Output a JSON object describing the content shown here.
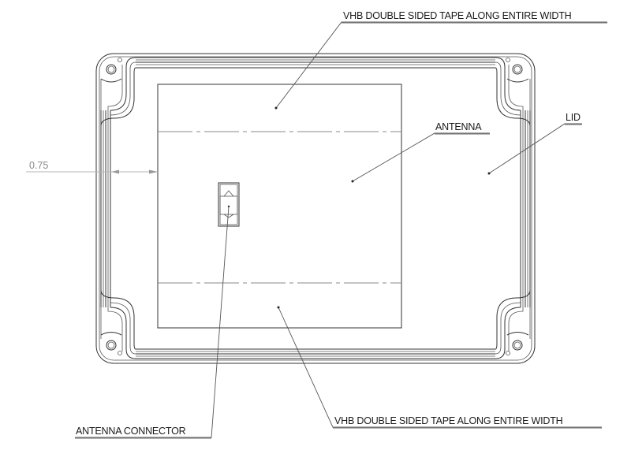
{
  "drawing": {
    "type": "technical drawing - enclosure lid with antenna",
    "labels": {
      "tape_top": "VHB DOUBLE SIDED TAPE ALONG ENTIRE WIDTH",
      "antenna": "ANTENNA",
      "lid": "LID",
      "tape_bottom": "VHB DOUBLE SIDED TAPE ALONG ENTIRE WIDTH",
      "antenna_connector": "ANTENNA CONNECTOR"
    },
    "dimensions": {
      "margin": "0.75"
    },
    "colors": {
      "line": "#333333",
      "dimension": "#8a8a8a",
      "background": "#ffffff"
    }
  }
}
